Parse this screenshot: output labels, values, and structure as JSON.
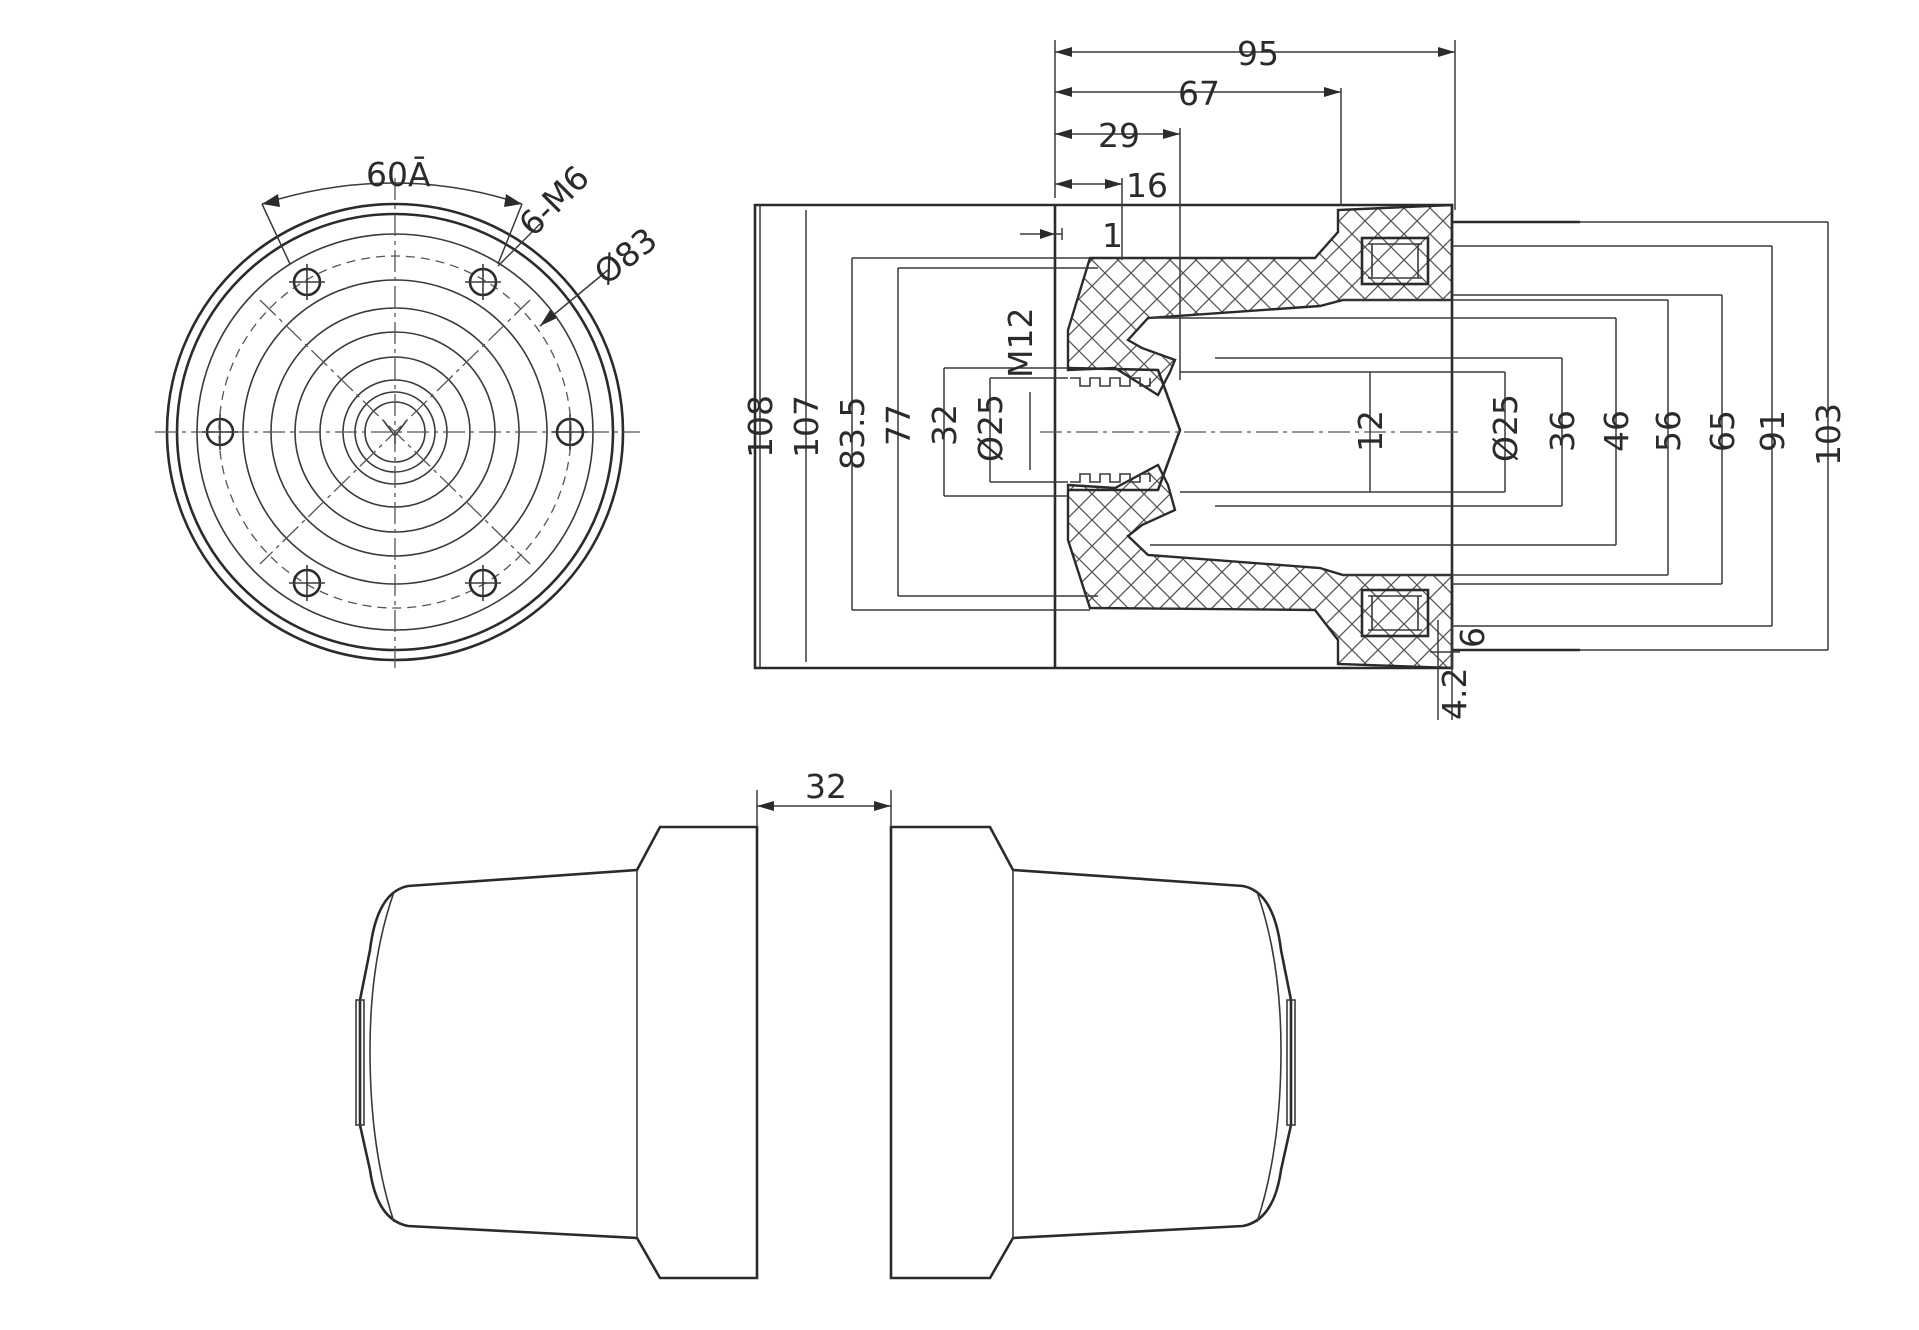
{
  "front_view": {
    "angle_label": "60Ā",
    "thread_label": "6-M6",
    "circle_dia_label": "Ø83"
  },
  "section_view": {
    "top_dims": [
      "95",
      "67",
      "29",
      "16",
      "1"
    ],
    "left_dims": [
      "108",
      "107",
      "83.5",
      "77",
      "32",
      "Ø25",
      "M12"
    ],
    "inner_dim": "12",
    "right_dims": [
      "Ø25",
      "36",
      "46",
      "56",
      "65",
      "91",
      "103"
    ],
    "bottom_dims": [
      "6",
      "4.2"
    ]
  },
  "side_view": {
    "gap_label": "32"
  }
}
